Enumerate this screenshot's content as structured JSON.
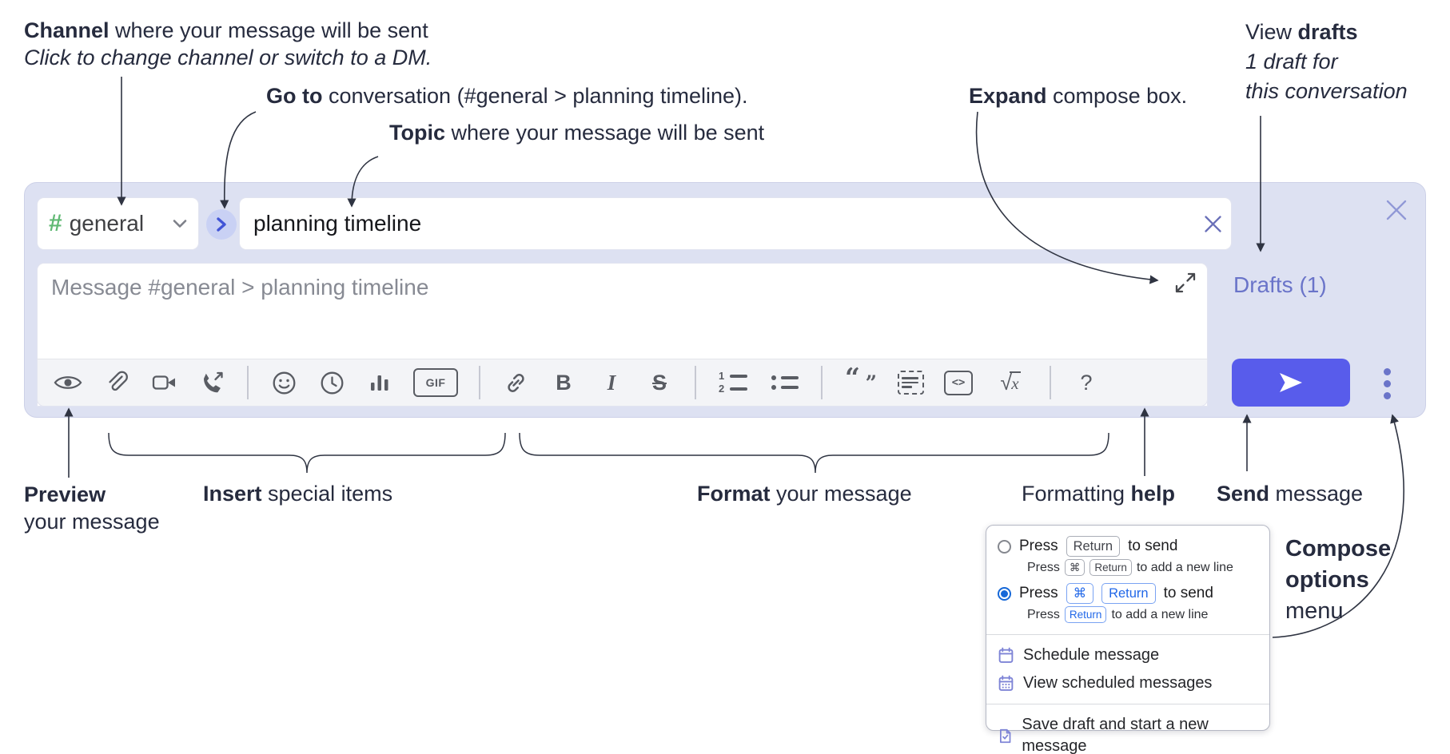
{
  "annotations": {
    "channel": {
      "bold": "Channel",
      "rest": " where your message will be sent",
      "sub": "Click to change channel or switch to a DM."
    },
    "goto": {
      "bold": "Go to",
      "rest": " conversation (#general > planning timeline)."
    },
    "topic": {
      "bold": "Topic",
      "rest": " where your message will be sent"
    },
    "expand": {
      "bold": "Expand",
      "rest": " compose box."
    },
    "drafts": {
      "line1_pre": "View ",
      "line1_bold": "drafts",
      "line2": "1 draft for",
      "line3": "this conversation"
    },
    "preview": {
      "bold": "Preview",
      "line2": "your message"
    },
    "insert": {
      "bold": "Insert",
      "rest": " special items"
    },
    "format": {
      "bold": "Format",
      "rest": " your message"
    },
    "help": {
      "pre": "Formatting ",
      "bold": "help"
    },
    "send": {
      "bold": "Send",
      "rest": " message"
    },
    "compose_options": {
      "line1": "Compose",
      "line2": "options",
      "line3": "menu"
    }
  },
  "compose": {
    "channel_selector": {
      "hash": "#",
      "name": "general"
    },
    "topic_input": {
      "value": "planning timeline"
    },
    "message_input": {
      "placeholder": "Message #general > planning timeline"
    },
    "drafts_link": "Drafts (1)",
    "toolbar": {
      "gif": "GIF",
      "bold": "B",
      "italic": "I",
      "strike": "S",
      "ol_num1": "1",
      "ol_num2": "2",
      "quote_open": "“",
      "quote_close": "”",
      "code": "<>",
      "math_radical": "√",
      "math_x": "x",
      "help": "?"
    }
  },
  "popup": {
    "option1": {
      "pre": "Press",
      "key": "Return",
      "post": "to send",
      "sub_pre": "Press",
      "sub_key1": "⌘",
      "sub_key2": "Return",
      "sub_post": "to add a new line"
    },
    "option2": {
      "pre": "Press",
      "key1": "⌘",
      "key2": "Return",
      "post": "to send",
      "sub_pre": "Press",
      "sub_key": "Return",
      "sub_post": "to add a new line"
    },
    "item_schedule": "Schedule message",
    "item_view_scheduled": "View scheduled messages",
    "item_save_draft": "Save draft and start a new message"
  },
  "colors": {
    "compose_bg": "#dde1f2",
    "send_button": "#585ceb",
    "drafts_link": "#6a74c9",
    "hash_green": "#61b974",
    "radio_selected": "#1668d8",
    "key_blue": "#2268e8",
    "menu_icon_purple": "#7e84d6",
    "annotation_text": "#262b3e"
  }
}
